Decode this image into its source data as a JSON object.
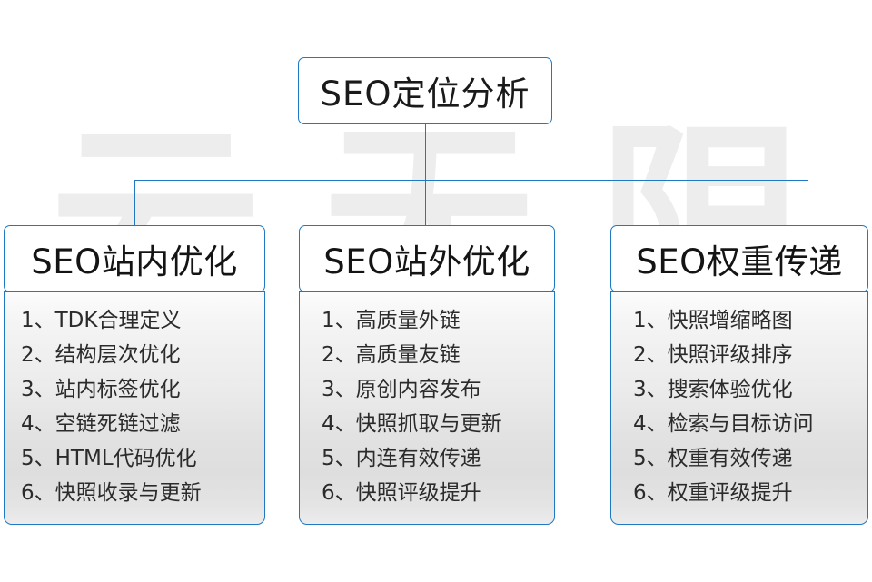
{
  "diagram": {
    "title": "SEO定位分析",
    "watermark": [
      "云",
      "无",
      "限"
    ],
    "accent_color": "#1f78c1",
    "text_color": "#1a1a1a",
    "body_background": "#e6e6e6",
    "columns": [
      {
        "header": "SEO站内优化",
        "items": [
          "1、TDK合理定义",
          "2、结构层次优化",
          "3、站内标签优化",
          "4、空链死链过滤",
          "5、HTML代码优化",
          "6、快照收录与更新"
        ]
      },
      {
        "header": "SEO站外优化",
        "items": [
          "1、高质量外链",
          "2、高质量友链",
          "3、原创内容发布",
          "4、快照抓取与更新",
          "5、内连有效传递",
          "6、快照评级提升"
        ]
      },
      {
        "header": "SEO权重传递",
        "items": [
          "1、快照增缩略图",
          "2、快照评级排序",
          "3、搜索体验优化",
          "4、检索与目标访问",
          "5、权重有效传递",
          "6、权重评级提升"
        ]
      }
    ]
  }
}
